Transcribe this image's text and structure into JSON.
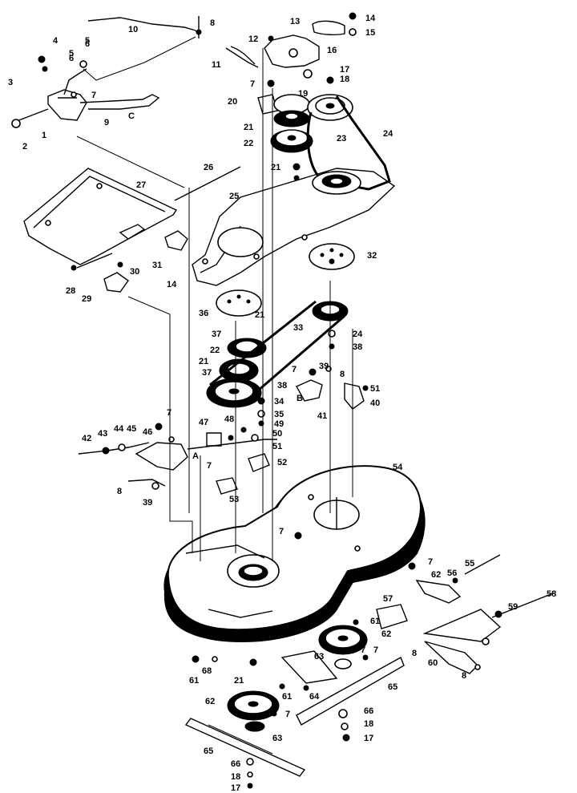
{
  "diagram": {
    "callouts": [
      {
        "id": "c1",
        "text": "1"
      },
      {
        "id": "c2",
        "text": "2"
      },
      {
        "id": "c3",
        "text": "3"
      },
      {
        "id": "c4",
        "text": "4"
      },
      {
        "id": "c5a",
        "text": "5"
      },
      {
        "id": "c5b",
        "text": "5"
      },
      {
        "id": "c6a",
        "text": "6"
      },
      {
        "id": "c6b",
        "text": "6"
      },
      {
        "id": "c7a",
        "text": "7"
      },
      {
        "id": "c8",
        "text": "8"
      },
      {
        "id": "c9",
        "text": "9"
      },
      {
        "id": "c10",
        "text": "10"
      },
      {
        "id": "c11",
        "text": "11"
      },
      {
        "id": "c12",
        "text": "12"
      },
      {
        "id": "c13",
        "text": "13"
      },
      {
        "id": "c14a",
        "text": "14"
      },
      {
        "id": "c15a",
        "text": "15"
      },
      {
        "id": "c16",
        "text": "16"
      },
      {
        "id": "c17a",
        "text": "17"
      },
      {
        "id": "c18a",
        "text": "18"
      },
      {
        "id": "c7b",
        "text": "7"
      },
      {
        "id": "c20",
        "text": "20"
      },
      {
        "id": "c19",
        "text": "19"
      },
      {
        "id": "c21a",
        "text": "21"
      },
      {
        "id": "c22a",
        "text": "22"
      },
      {
        "id": "c23",
        "text": "23"
      },
      {
        "id": "c24a",
        "text": "24"
      },
      {
        "id": "c21b",
        "text": "21"
      },
      {
        "id": "c26",
        "text": "26"
      },
      {
        "id": "c27",
        "text": "27"
      },
      {
        "id": "c25",
        "text": "25"
      },
      {
        "id": "c31",
        "text": "31"
      },
      {
        "id": "c30",
        "text": "30"
      },
      {
        "id": "c28",
        "text": "28"
      },
      {
        "id": "c29",
        "text": "29"
      },
      {
        "id": "c14b",
        "text": "14"
      },
      {
        "id": "c32",
        "text": "32"
      },
      {
        "id": "c36",
        "text": "36"
      },
      {
        "id": "c21c",
        "text": "21"
      },
      {
        "id": "c33",
        "text": "33"
      },
      {
        "id": "c37a",
        "text": "37"
      },
      {
        "id": "c22b",
        "text": "22"
      },
      {
        "id": "c21d",
        "text": "21"
      },
      {
        "id": "c37b",
        "text": "37"
      },
      {
        "id": "c24b",
        "text": "24"
      },
      {
        "id": "c38a",
        "text": "38"
      },
      {
        "id": "c38b",
        "text": "38"
      },
      {
        "id": "c7c",
        "text": "7"
      },
      {
        "id": "c39",
        "text": "39"
      },
      {
        "id": "c8b",
        "text": "8"
      },
      {
        "id": "c51a",
        "text": "51"
      },
      {
        "id": "c40",
        "text": "40"
      },
      {
        "id": "c41",
        "text": "41"
      },
      {
        "id": "cBa",
        "text": "B"
      },
      {
        "id": "c34",
        "text": "34"
      },
      {
        "id": "c35",
        "text": "35"
      },
      {
        "id": "c49",
        "text": "49"
      },
      {
        "id": "c48",
        "text": "48"
      },
      {
        "id": "c47",
        "text": "47"
      },
      {
        "id": "c50",
        "text": "50"
      },
      {
        "id": "c51b",
        "text": "51"
      },
      {
        "id": "c52",
        "text": "52"
      },
      {
        "id": "c7d",
        "text": "7"
      },
      {
        "id": "c46",
        "text": "46"
      },
      {
        "id": "c45",
        "text": "45"
      },
      {
        "id": "c44",
        "text": "44"
      },
      {
        "id": "c43",
        "text": "43"
      },
      {
        "id": "c42",
        "text": "42"
      },
      {
        "id": "cA",
        "text": "A"
      },
      {
        "id": "c7e",
        "text": "7"
      },
      {
        "id": "c8c",
        "text": "8"
      },
      {
        "id": "c39b",
        "text": "39"
      },
      {
        "id": "c53",
        "text": "53"
      },
      {
        "id": "c54",
        "text": "54"
      },
      {
        "id": "c7f",
        "text": "7"
      },
      {
        "id": "c7g",
        "text": "7"
      },
      {
        "id": "c62",
        "text": "62"
      },
      {
        "id": "c56",
        "text": "56"
      },
      {
        "id": "c55",
        "text": "55"
      },
      {
        "id": "c57",
        "text": "57"
      },
      {
        "id": "c61a",
        "text": "61"
      },
      {
        "id": "c59",
        "text": "59"
      },
      {
        "id": "c58",
        "text": "58"
      },
      {
        "id": "c62b",
        "text": "62"
      },
      {
        "id": "c7h",
        "text": "7"
      },
      {
        "id": "c8d",
        "text": "8"
      },
      {
        "id": "c60",
        "text": "60"
      },
      {
        "id": "c8e",
        "text": "8"
      },
      {
        "id": "c63a",
        "text": "63"
      },
      {
        "id": "c7i",
        "text": "7"
      },
      {
        "id": "c64",
        "text": "64"
      },
      {
        "id": "c65",
        "text": "65"
      },
      {
        "id": "c61b",
        "text": "61"
      },
      {
        "id": "c68",
        "text": "68"
      },
      {
        "id": "c21e",
        "text": "21"
      },
      {
        "id": "c61c",
        "text": "61"
      },
      {
        "id": "c7j",
        "text": "7"
      },
      {
        "id": "c62c",
        "text": "62"
      },
      {
        "id": "c63b",
        "text": "63"
      },
      {
        "id": "c66a",
        "text": "66"
      },
      {
        "id": "c18b",
        "text": "18"
      },
      {
        "id": "c17b",
        "text": "17"
      },
      {
        "id": "c65b",
        "text": "65"
      },
      {
        "id": "c66b",
        "text": "66"
      },
      {
        "id": "c18c",
        "text": "18"
      },
      {
        "id": "c17c",
        "text": "17"
      },
      {
        "id": "cC",
        "text": "C"
      }
    ]
  }
}
